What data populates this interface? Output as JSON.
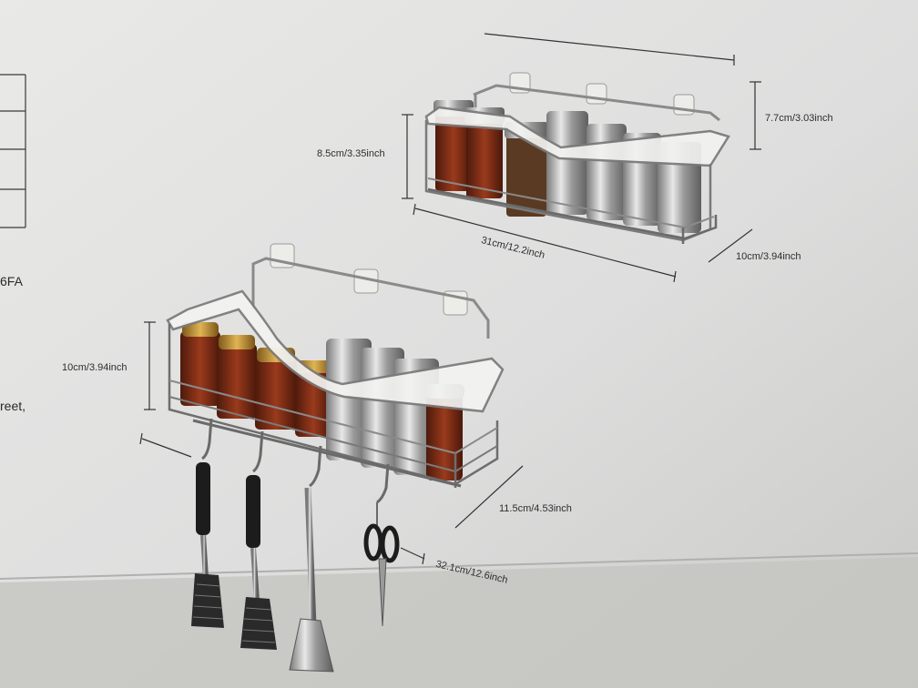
{
  "colors": {
    "paper": "#e2e2e0",
    "paper_shadow": "#a9a9a6",
    "chrome": "#b5b5b5",
    "chrome_dark": "#6e6e6e",
    "jar_spice": "#7a2a14",
    "lid_gold": "#b98a2e",
    "handle_black": "#1c1c1c"
  },
  "side_text": {
    "code": "6FA",
    "street": "reet,"
  },
  "top_rack": {
    "width_label": "31cm/12.2inch",
    "height_left_label": "8.5cm/3.35inch",
    "height_right_label": "7.7cm/3.03inch",
    "depth_label": "10cm/3.94inch"
  },
  "bottom_rack": {
    "height_label": "10cm/3.94inch",
    "depth_label": "11.5cm/4.53inch",
    "width_label": "32.1cm/12.6inch"
  }
}
